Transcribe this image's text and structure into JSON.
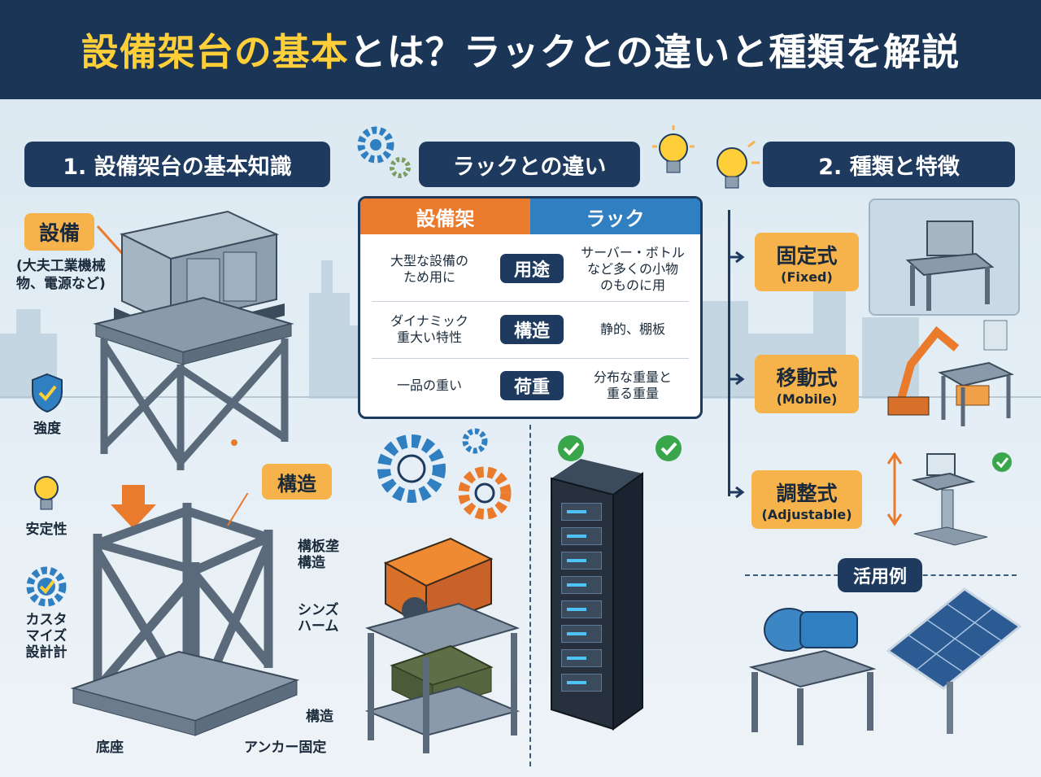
{
  "header": {
    "title_yellow": "設備架台の基本",
    "title_white": "とは？ラックとの違いと種類を解説"
  },
  "colors": {
    "navy": "#1e3a5f",
    "header": "#1a3556",
    "orange": "#ea7a2c",
    "blue": "#2f7fc1",
    "accent": "#f6b24b",
    "yellow": "#ffcf3a"
  },
  "section1": {
    "title": "1. 設備架台の基本知識",
    "equipment_label": "設備",
    "equipment_desc": [
      "(大夫工業機械",
      "物、電源など)"
    ],
    "structure_label": "構造",
    "features": [
      {
        "icon": "shield-check-icon",
        "label": [
          "強度"
        ]
      },
      {
        "icon": "lightbulb-icon",
        "label": [
          "安定性"
        ]
      },
      {
        "icon": "gear-check-icon",
        "label": [
          "カスタ",
          "マイズ",
          "設計計"
        ]
      }
    ],
    "callouts": [
      [
        "構板垄",
        "構造"
      ],
      [
        "シンズ",
        "ハーム"
      ],
      [
        "構造"
      ],
      [
        "底座"
      ],
      [
        "アンカー固定"
      ]
    ]
  },
  "comparison": {
    "title": "ラックとの違い",
    "col_left": "設備架",
    "col_right": "ラック",
    "rows": [
      {
        "left": [
          "大型な設備の",
          "ため用に"
        ],
        "mid": "用途",
        "right": [
          "サーバー・ボトル",
          "など多くの小物",
          "のものに用"
        ]
      },
      {
        "left": [
          "ダイナミック",
          "重大い特性"
        ],
        "mid": "構造",
        "right": [
          "静的、棚板"
        ]
      },
      {
        "left": [
          "一品の重い"
        ],
        "mid": "荷重",
        "right": [
          "分布な重量と",
          "重る重量"
        ]
      }
    ]
  },
  "section2": {
    "title": "2. 種類と特徴",
    "types": [
      {
        "name": "固定式",
        "en": "(Fixed)"
      },
      {
        "name": "移動式",
        "en": "(Mobile)"
      },
      {
        "name": "調整式",
        "en": "(Adjustable)"
      }
    ],
    "examples_label": "活用例"
  }
}
